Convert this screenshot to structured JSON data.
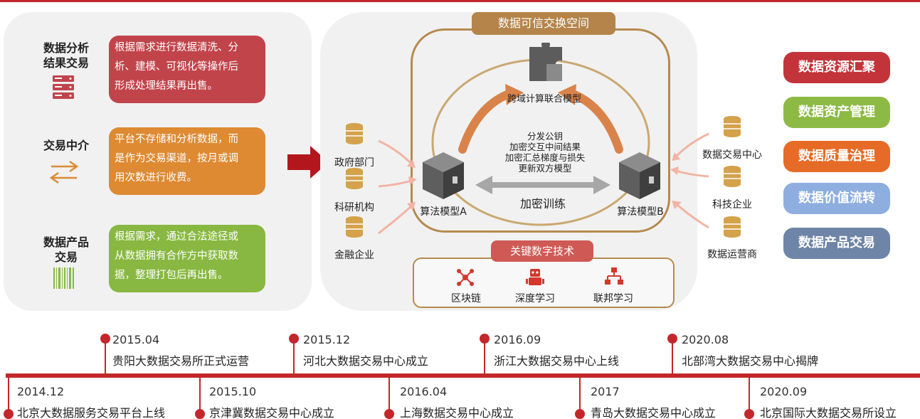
{
  "left_panel": {
    "rows": [
      {
        "title_line1": "数据分析",
        "title_line2": "结果交易",
        "icon": "server-icon",
        "desc": [
          "根据需求进行数据清洗、分",
          "析、建模、可视化等操作后",
          "形成处理结果再出售。"
        ]
      },
      {
        "title_line1": "交易中介",
        "title_line2": "",
        "icon": "exchange-arrows-icon",
        "desc": [
          "平台不存储和分析数据，而",
          "是作为交易渠道，按月或调",
          "用次数进行收费。"
        ]
      },
      {
        "title_line1": "数据产品",
        "title_line2": "交易",
        "icon": "barcode-icon",
        "desc": [
          "根据需求，通过合法途径或",
          "从数据拥有合作方中获取数",
          "据，整理打包后再出售。"
        ]
      }
    ]
  },
  "center": {
    "space_title": "数据可信交换空间",
    "joint_model": "跨域计算联合模型",
    "steps": [
      "分发公钥",
      "加密交互中间结果",
      "加密汇总梯度与损失",
      "更新双方模型"
    ],
    "encrypted_training": "加密训练",
    "model_a": "算法模型A",
    "model_b": "算法模型B",
    "left_sources": [
      "政府部门",
      "科研机构",
      "金融企业"
    ],
    "right_sources": [
      "数据交易中心",
      "科技企业",
      "数据运营商"
    ],
    "tech_title": "关键数字技术",
    "techs": [
      {
        "label": "区块链",
        "icon": "blockchain-icon"
      },
      {
        "label": "深度学习",
        "icon": "robot-icon"
      },
      {
        "label": "联邦学习",
        "icon": "network-flow-icon"
      }
    ]
  },
  "right_pills": [
    {
      "label": "数据资源汇聚",
      "color": "#c3343a"
    },
    {
      "label": "数据资产管理",
      "color": "#8dba45"
    },
    {
      "label": "数据质量治理",
      "color": "#e66b26"
    },
    {
      "label": "数据价值流转",
      "color": "#8eaee0"
    },
    {
      "label": "数据产品交易",
      "color": "#6e85a7"
    }
  ],
  "timeline": {
    "above": [
      {
        "date": "2015.04",
        "event": "贵阳大数据交易所正式运营"
      },
      {
        "date": "2015.12",
        "event": "河北大数据交易中心成立"
      },
      {
        "date": "2016.09",
        "event": "浙江大数据交易中心上线"
      },
      {
        "date": "2020.08",
        "event": "北部湾大数据交易中心揭牌"
      }
    ],
    "below": [
      {
        "date": "2014.12",
        "event": "北京大数据服务交易平台上线"
      },
      {
        "date": "2015.10",
        "event": "京津冀数据交易中心成立"
      },
      {
        "date": "2016.04",
        "event": "上海数据交易中心成立"
      },
      {
        "date": "2017",
        "event": "青岛大数据交易中心成立"
      },
      {
        "date": "2020.09",
        "event": "北京国际大数据交易所设立"
      }
    ]
  },
  "colors": {
    "accent_red": "#c3272b",
    "frame_brown": "#b58a4f",
    "arrow_orange": "#d9834a"
  }
}
